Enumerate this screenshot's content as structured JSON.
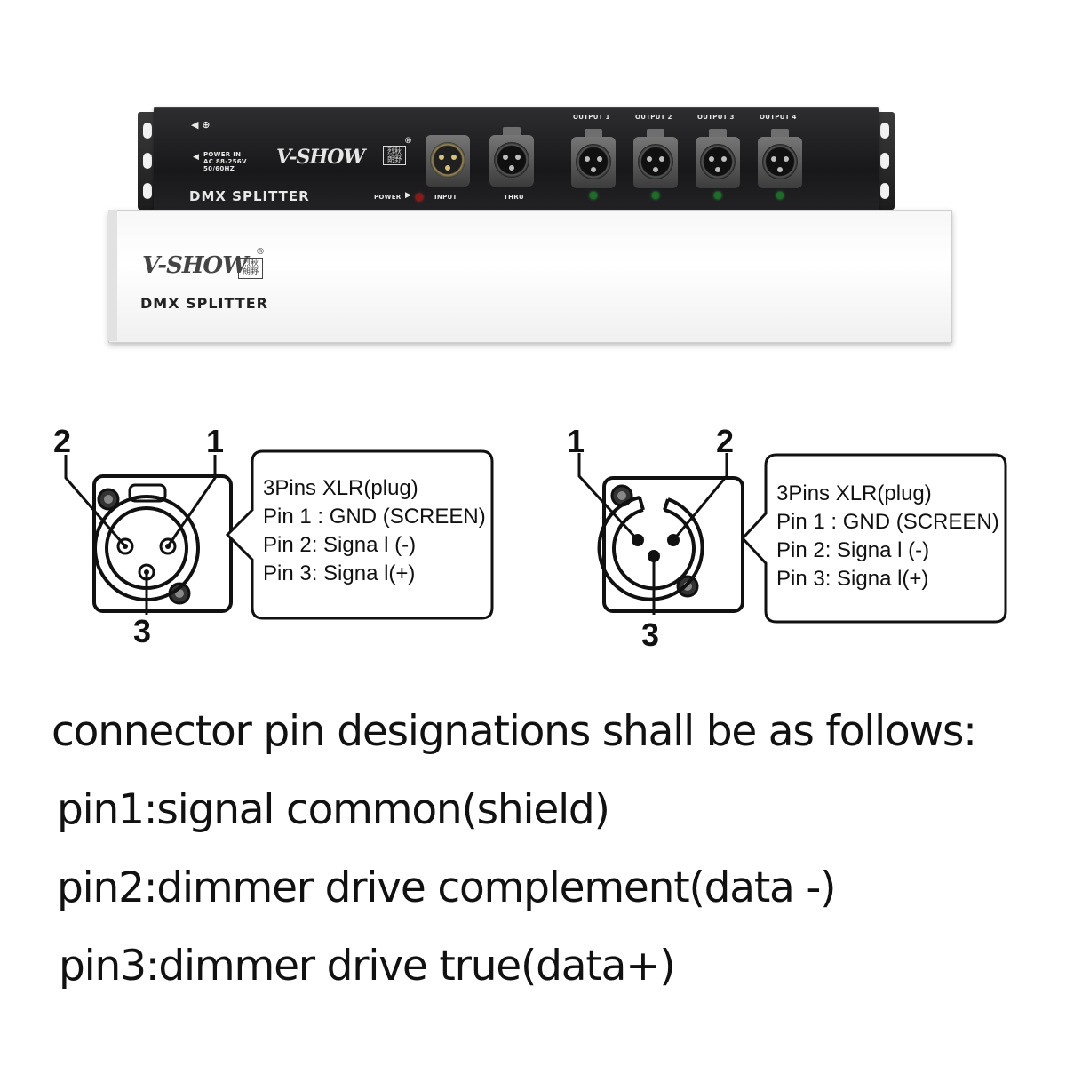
{
  "device": {
    "brand": "V-SHOW",
    "brand_cn": "烈秋 朗野",
    "registered": "®",
    "title": "DMX SPLITTER",
    "power_in_lines": [
      "POWER IN",
      "AC 88-256V",
      "50/60HZ"
    ],
    "power_label": "POWER",
    "input_label": "INPUT",
    "thru_label": "THRU",
    "outputs": [
      "OUTPUT 1",
      "OUTPUT 2",
      "OUTPUT 3",
      "OUTPUT 4"
    ]
  },
  "box": {
    "brand": "V-SHOW",
    "brand_cn": "烈秋 朗野",
    "registered": "®",
    "title": "DMX SPLITTER"
  },
  "diagrams": [
    {
      "pin_labels": {
        "a": "2",
        "b": "1",
        "c": "3"
      },
      "lines": [
        "3Pins XLR(plug)",
        "Pin 1 : GND (SCREEN)",
        "Pin 2: Signa l (-)",
        "Pin 3: Signa l(+)"
      ]
    },
    {
      "pin_labels": {
        "a": "1",
        "b": "2",
        "c": "3"
      },
      "lines": [
        "3Pins XLR(plug)",
        "Pin 1 : GND (SCREEN)",
        "Pin 2: Signa l (-)",
        "Pin 3: Signa l(+)"
      ]
    }
  ],
  "text": {
    "heading": "connector pin designations shall be as follows:",
    "pin1": "pin1:signal common(shield)",
    "pin2": "pin2:dimmer drive complement(data -)",
    "pin3": "pin3:dimmer drive true(data+)"
  }
}
